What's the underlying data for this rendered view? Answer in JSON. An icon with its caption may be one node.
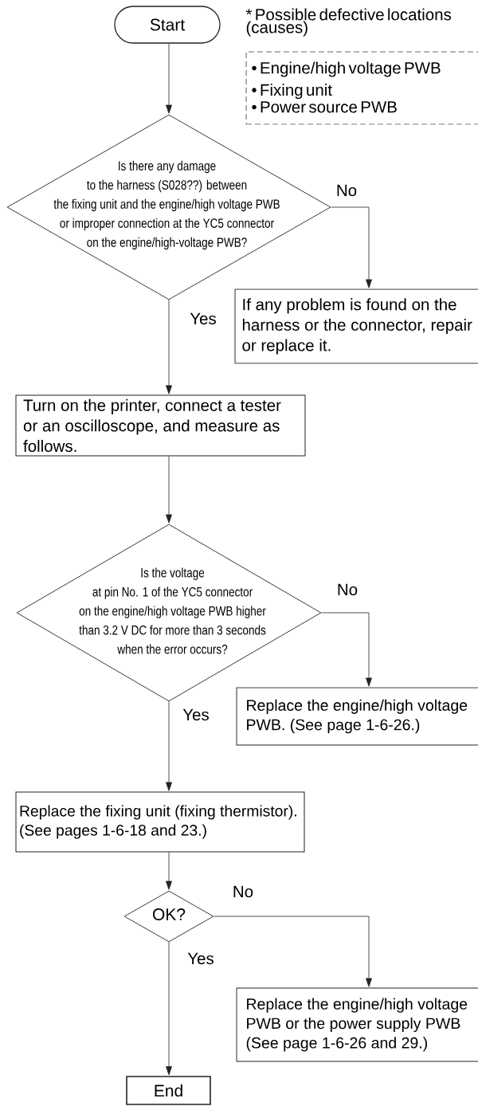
{
  "diagram": {
    "nodes": [
      {
        "text": [
          "Start"
        ]
      },
      {
        "text": [
          "* Possible defective locations (causes)",
          "• Engine/high voltage PWB",
          "• Fixing unit",
          "• Power source PWB"
        ]
      },
      {
        "text": [
          "Is there any damage to the harness (S028??) between the fixing unit and the engine/high voltage PWB or improper connection at the YC5 connector on the engine/high-voltage PWB?"
        ]
      },
      {
        "text": [
          "If any problem is found on the harness or the connector, repair or replace it."
        ]
      },
      {
        "text": [
          "Turn on the printer, connect a tester or an oscilloscope, and measure as follows."
        ]
      },
      {
        "text": [
          "Is the voltage at pin No. 1 of the YC5 connector on the engine/high voltage PWB higher than 3.2 V DC for more than 3 seconds when the error occurs?"
        ]
      },
      {
        "text": [
          "Replace the engine/high voltage PWB. (See page 1-6-26.)"
        ]
      },
      {
        "text": [
          "Replace the fixing unit (fixing thermistor). (See pages 1-6-18 and 23.)"
        ]
      },
      {
        "text": [
          "OK?"
        ]
      },
      {
        "text": [
          "Replace the engine/high voltage PWB or the power supply PWB (See page 1-6-26 and 29.)"
        ]
      },
      {
        "text": [
          "End"
        ]
      }
    ],
    "edges": [
      {
        "from": 0,
        "to": 2,
        "arrow": "to"
      },
      {
        "from": 2,
        "to": 3,
        "arrow": "to",
        "label": "No"
      },
      {
        "from": 2,
        "to": 4,
        "arrow": "to",
        "label": "Yes"
      },
      {
        "from": 4,
        "to": 5,
        "arrow": "to"
      },
      {
        "from": 5,
        "to": 6,
        "arrow": "to",
        "label": "No"
      },
      {
        "from": 5,
        "to": 7,
        "arrow": "to",
        "label": "Yes"
      },
      {
        "from": 7,
        "to": 8,
        "arrow": "to"
      },
      {
        "from": 8,
        "to": 9,
        "arrow": "to",
        "label": "No"
      },
      {
        "from": 8,
        "to": 10,
        "arrow": "to",
        "label": "Yes"
      }
    ]
  }
}
